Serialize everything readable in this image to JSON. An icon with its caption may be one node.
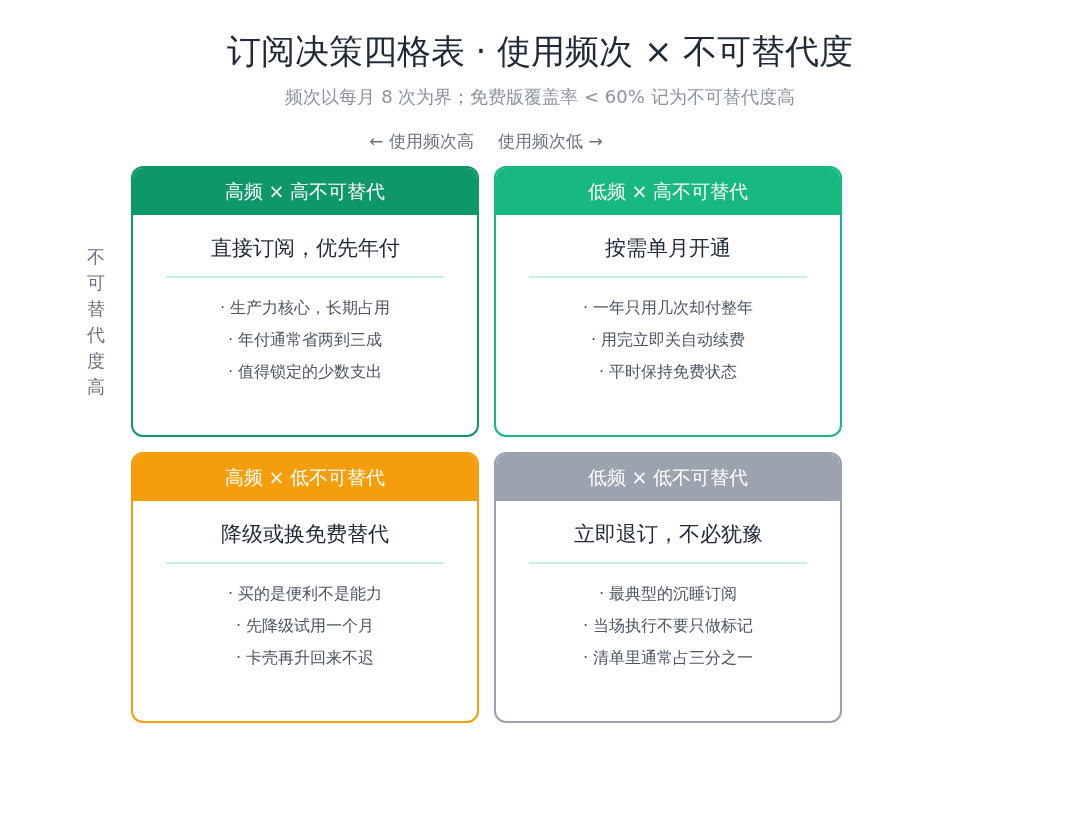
{
  "diagram": {
    "title": "订阅决策四格表 · 使用频次 × 不可替代度",
    "nodes": [
      {
        "text": [
          "高频 × 高不可替代",
          "直接订阅，优先年付",
          "· 生产力核心，长期占用",
          "· 年付通常省两到三成",
          "· 值得锁定的少数支出"
        ]
      },
      {
        "text": [
          "低频 × 高不可替代",
          "按需单月开通",
          "· 一年只用几次却付整年",
          "· 用完立即关自动续费",
          "· 平时保持免费状态"
        ]
      },
      {
        "text": [
          "高频 × 低不可替代",
          "降级或换免费替代",
          "· 买的是便利不是能力",
          "· 先降级试用一个月",
          "· 卡壳再升回来不迟"
        ]
      },
      {
        "text": [
          "低频 × 低不可替代",
          "立即退订，不必犹豫",
          "· 最典型的沉睡订阅",
          "· 当场执行不要只做标记",
          "· 清单里通常占三分之一"
        ]
      }
    ],
    "labels": [
      "频次以每月 8 次为界；免费版覆盖率 < 60% 记为不可替代度高",
      "← 使用频次高",
      "使用频次低 →",
      "不可替代度高"
    ]
  }
}
